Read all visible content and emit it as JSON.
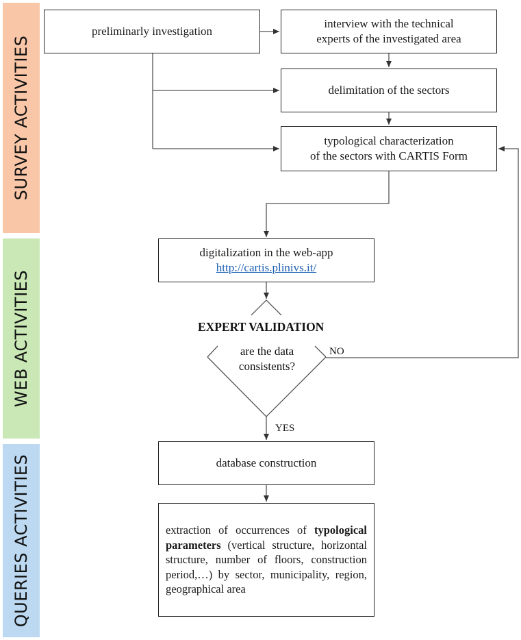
{
  "bands": {
    "survey": "SURVEY ACTIVITIES",
    "web": "WEB ACTIVITIES",
    "queries": "QUERIES ACTIVITIES"
  },
  "steps": {
    "preliminary": "preliminarly investigation",
    "interview_line1": "interview with the technical",
    "interview_line2": "experts of the investigated area",
    "delimitation": "delimitation of the sectors",
    "typological_line1": "typological characterization",
    "typological_line2": "of the sectors with CARTIS Form",
    "digitalization_line1": "digitalization in the web-app",
    "digitalization_link": "http://cartis.plinivs.it/",
    "database": "database construction"
  },
  "decision": {
    "title": "EXPERT VALIDATION",
    "question_line1": "are the data",
    "question_line2": "consistents?",
    "no_label": "NO",
    "yes_label": "YES"
  },
  "extraction": {
    "intro": "extraction of occurrences of",
    "bold": "typological parameters",
    "rest": " (vertical structure, horizontal structure, number of floors, construction period,…) by sector, municipality, region, geographical area"
  },
  "colors": {
    "survey_band": "#f9c7a8",
    "web_band": "#c9e8b6",
    "queries_band": "#bcd9f1",
    "line": "#555555",
    "link": "#1a5fb4"
  }
}
